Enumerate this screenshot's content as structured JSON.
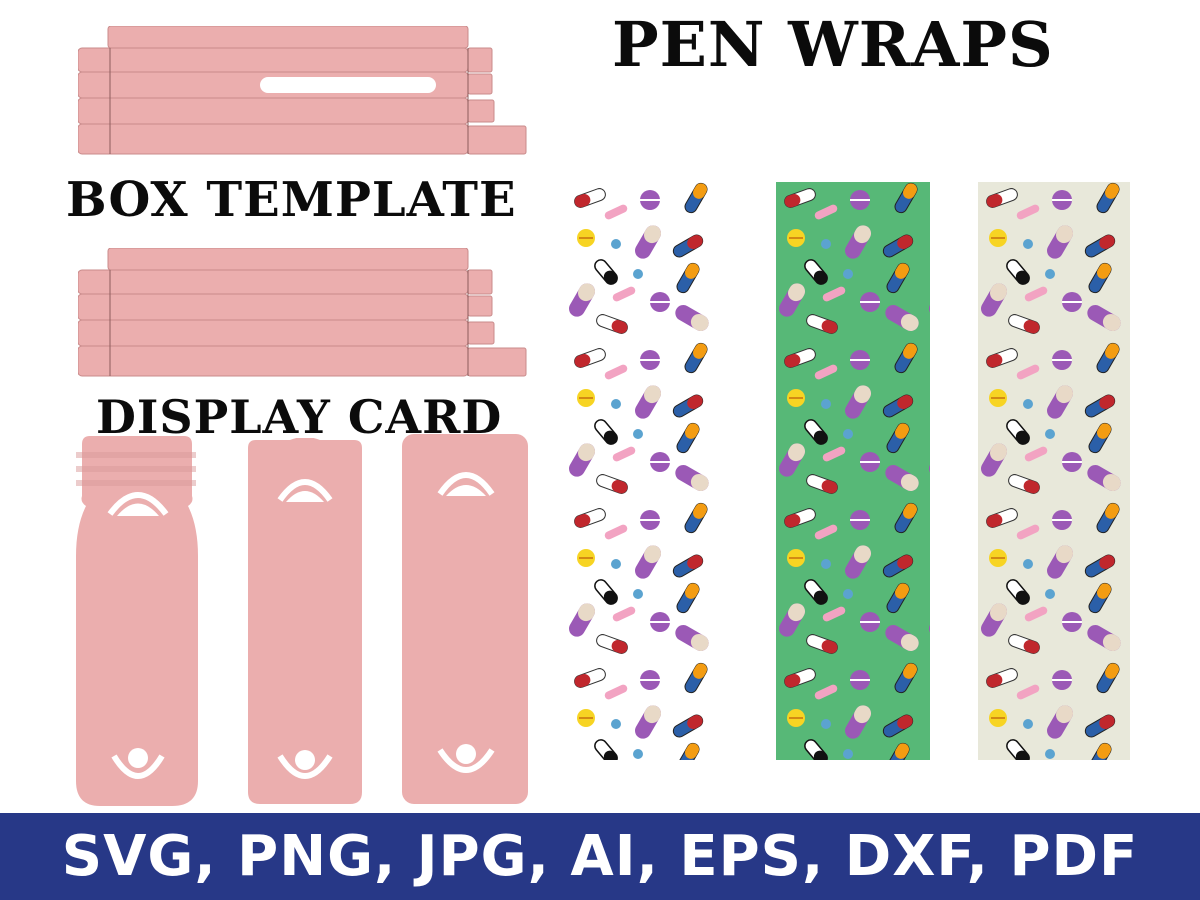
{
  "headings": {
    "pen_wraps": "PEN WRAPS",
    "box_template": "BOX TEMPLATE",
    "display_card": "DISPLAY CARD"
  },
  "banner": {
    "formats_text": "SVG, PNG, JPG, AI, EPS, DXF, PDF"
  },
  "templates": {
    "box_template_count": 1,
    "box_template_2_count": 1,
    "display_card_count": 3
  },
  "pen_wraps": [
    {
      "background": "#ffffff"
    },
    {
      "background": "#57b877"
    },
    {
      "background": "#e8e8da"
    }
  ],
  "colors": {
    "template_pink": "#ebaeae",
    "banner_blue": "#273887",
    "heading_black": "#0b0b0b",
    "banner_text": "#ffffff",
    "pill_purple": "#9b59b6",
    "pill_red": "#c0272d",
    "pill_blue": "#2b5fa8",
    "pill_orange": "#f39c12",
    "pill_pink": "#f2a3c2",
    "pill_yellow": "#f7d423",
    "pill_dot_blue": "#5ba3d0"
  },
  "icons": [
    "pill-capsule-icon",
    "pill-tablet-icon",
    "pill-dot-icon"
  ]
}
